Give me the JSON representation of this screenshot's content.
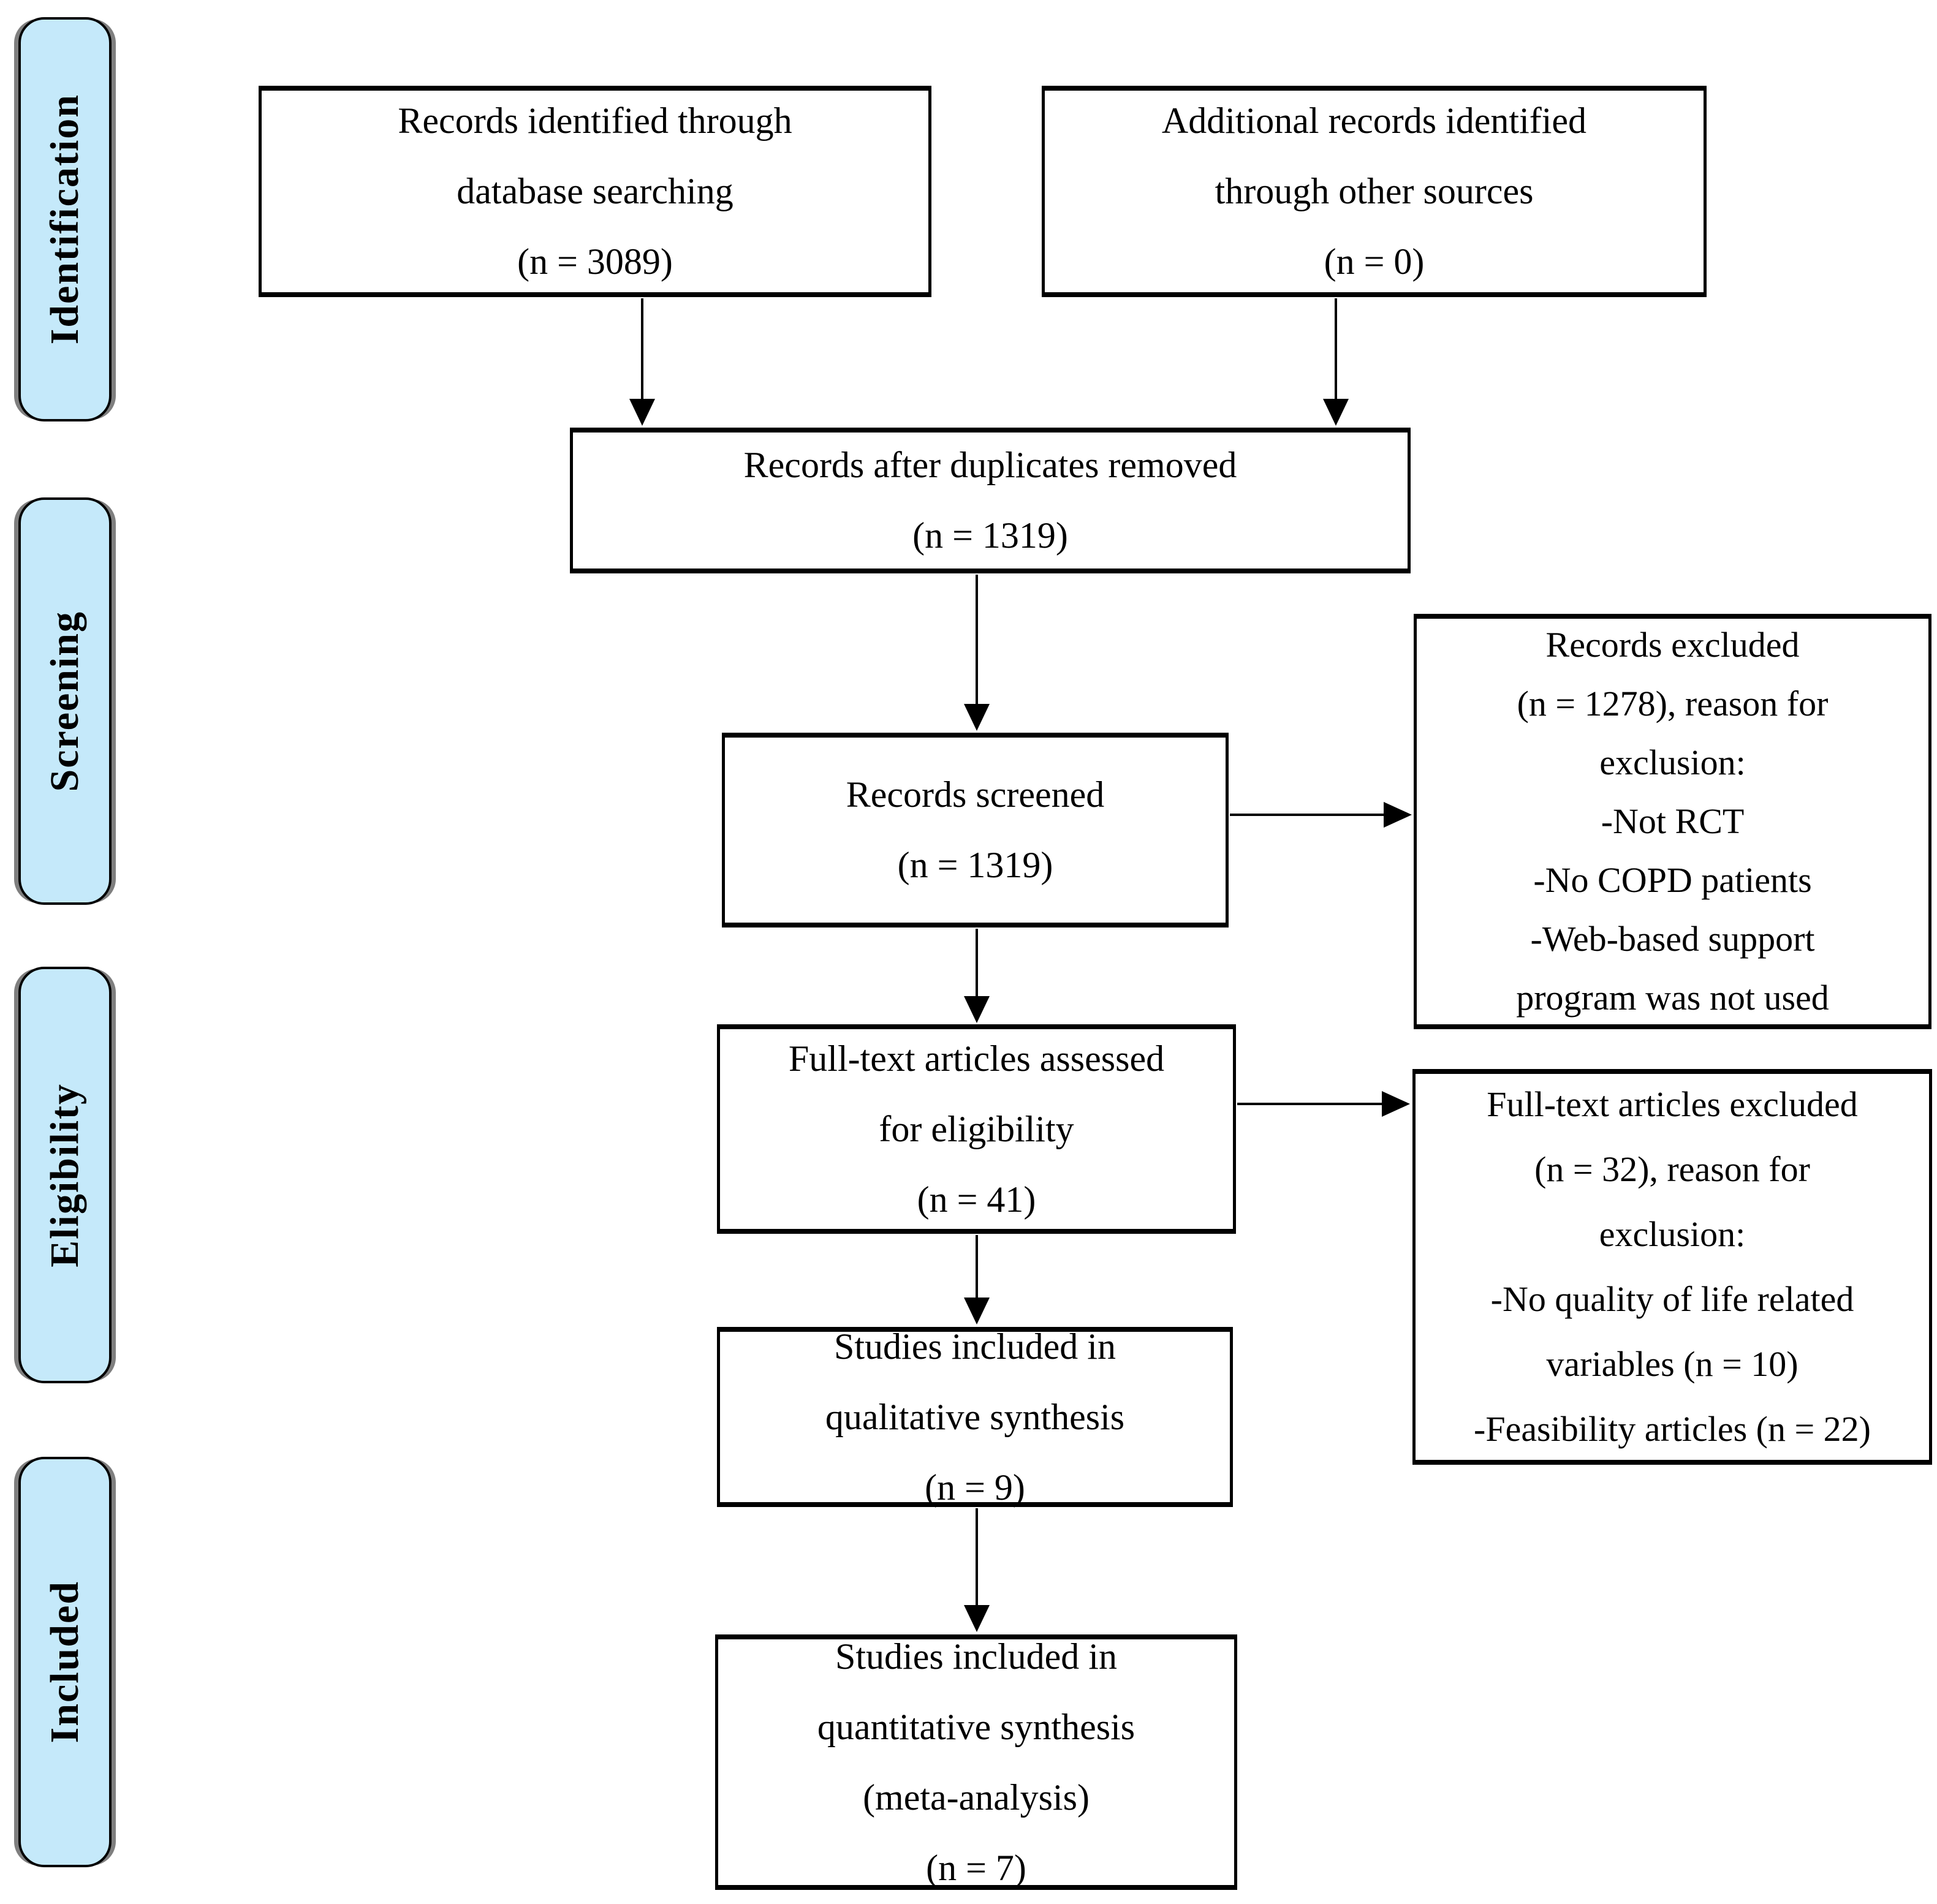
{
  "phases": [
    {
      "label": "Identification"
    },
    {
      "label": "Screening"
    },
    {
      "label": "Eligibility"
    },
    {
      "label": "Included"
    }
  ],
  "boxes": {
    "records_identified": {
      "lines": [
        "Records identified through",
        "database searching",
        "(n = 3089)"
      ]
    },
    "additional_records": {
      "lines": [
        "Additional records identified",
        "through other sources",
        "(n = 0)"
      ]
    },
    "duplicates_removed": {
      "lines": [
        "Records after duplicates removed",
        "(n = 1319)"
      ]
    },
    "records_screened": {
      "lines": [
        "Records screened",
        "(n = 1319)"
      ]
    },
    "records_excluded": {
      "lines": [
        "Records excluded",
        "(n = 1278), reason for",
        "exclusion:",
        "-Not RCT",
        "-No COPD patients",
        "-Web-based support",
        "program was not used"
      ]
    },
    "fulltext_assessed": {
      "lines": [
        "Full-text articles assessed",
        "for eligibility",
        "(n = 41)"
      ]
    },
    "fulltext_excluded": {
      "lines": [
        "Full-text articles excluded",
        "(n = 32), reason for",
        "exclusion:",
        "-No quality of life related",
        "variables (n = 10)",
        "-Feasibility articles (n = 22)"
      ]
    },
    "qualitative_synthesis": {
      "lines": [
        "Studies included in",
        "qualitative synthesis",
        "(n = 9)"
      ]
    },
    "quantitative_synthesis": {
      "lines": [
        "Studies included in",
        "quantitative synthesis",
        "(meta-analysis)",
        "(n = 7)"
      ]
    }
  },
  "colors": {
    "phase_fill": "#C5E9FA",
    "line": "#000000",
    "box_fill": "#FFFFFF",
    "page_bg": "#FFFFFF",
    "shadow": "#7F7F7F"
  }
}
